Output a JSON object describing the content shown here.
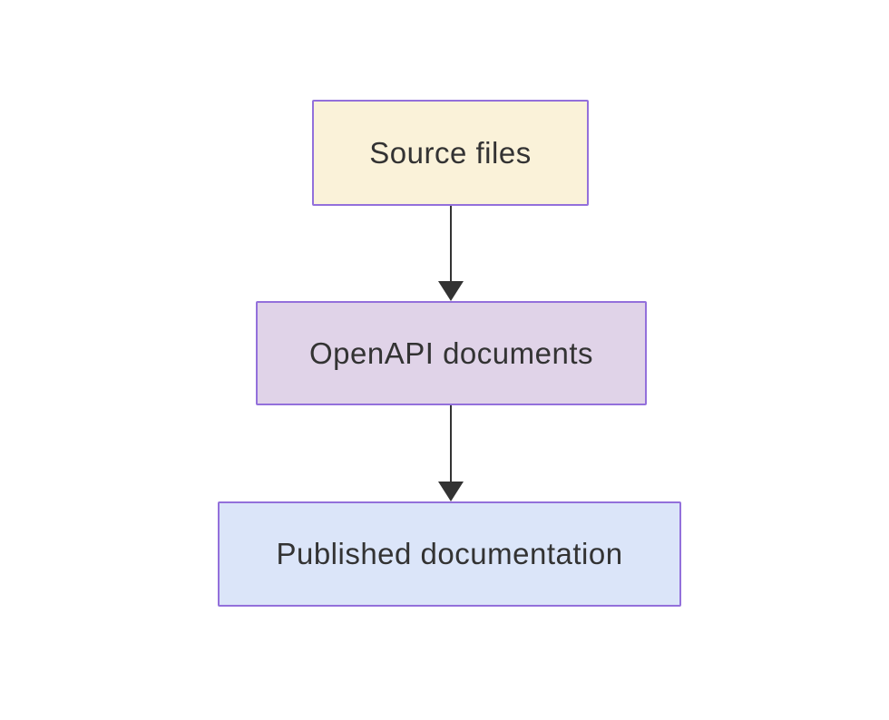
{
  "diagram": {
    "type": "flowchart",
    "direction": "top-down",
    "background": "#ffffff",
    "arrow_color": "#333333",
    "border_color": "#9370db",
    "text_color": "#333333",
    "nodes": [
      {
        "label": "Source files",
        "fill": "#faf2d9",
        "border": "#9370db",
        "text_color": "#333333"
      },
      {
        "label": "OpenAPI documents",
        "fill": "#e0d3e8",
        "border": "#9370db",
        "text_color": "#333333"
      },
      {
        "label": "Published documentation",
        "fill": "#dbe5f9",
        "border": "#9370db",
        "text_color": "#333333"
      }
    ],
    "edges": [
      {
        "from": "Source files",
        "to": "OpenAPI documents"
      },
      {
        "from": "OpenAPI documents",
        "to": "Published documentation"
      }
    ]
  }
}
